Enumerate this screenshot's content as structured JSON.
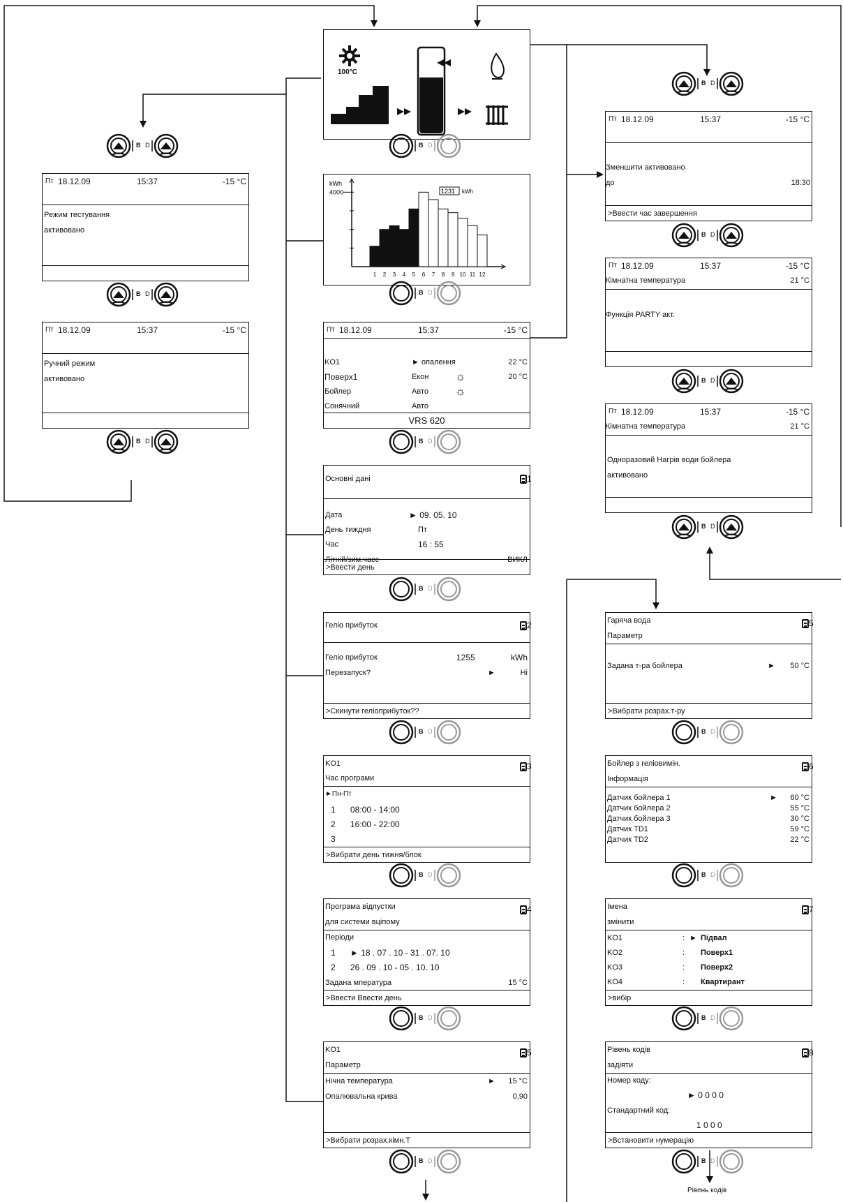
{
  "status": {
    "day": "Пт",
    "date": "18.12.09",
    "time": "15:37",
    "temp": "-15 °C"
  },
  "knob_labels": {
    "b": "B",
    "d": "D"
  },
  "main_display": {
    "temp": "100°C"
  },
  "energy_chart": {
    "unit": "kWh",
    "ylabel_value": "4000",
    "total_value": "1231",
    "total_unit": "kWh",
    "months": [
      "1",
      "2",
      "3",
      "4",
      "5",
      "6",
      "7",
      "8",
      "9",
      "10",
      "11",
      "12"
    ]
  },
  "chart_data": {
    "type": "bar",
    "categories": [
      "1",
      "2",
      "3",
      "4",
      "5",
      "6",
      "7",
      "8",
      "9",
      "10",
      "11",
      "12"
    ],
    "series": [
      {
        "name": "",
        "values": [
          1100,
          2000,
          2200,
          2000,
          3100,
          4000,
          3600,
          3100,
          2900,
          2600,
          2200,
          1700
        ]
      }
    ],
    "filled_months": [
      "1",
      "2",
      "3",
      "4",
      "5"
    ],
    "ylabel": "kWh",
    "yticks": [
      "4000"
    ],
    "annotation": "1231 kWh"
  },
  "test_mode": {
    "line1": "Режим тестування",
    "line2": "активовано"
  },
  "manual_mode": {
    "line1": "Ручний режим",
    "line2": "активовано"
  },
  "overview": {
    "rows": [
      {
        "name": "KO1",
        "mode": "► опалення",
        "value": "22 °C",
        "sun": false
      },
      {
        "name": "Поверх1",
        "mode": "Екон",
        "value": "20 °C",
        "sun": true
      },
      {
        "name": "Бойлер",
        "mode": "Авто",
        "value": "",
        "sun": true
      },
      {
        "name": "Сонячний",
        "mode": "Авто",
        "value": "",
        "sun": false
      }
    ],
    "footer": "VRS 620"
  },
  "menu1": {
    "title": "Основні дані",
    "num": "1",
    "date_label": "Дата",
    "date_value": "► 09. 05. 10",
    "dow_label": "День тиждня",
    "dow_value": "Пт",
    "time_label": "Час",
    "time_value": "16 : 55",
    "dst_label": "Літній/зим.часс",
    "dst_value": "ВИКЛ",
    "footer": ">Ввести день"
  },
  "menu2": {
    "title": "Геліо прибуток",
    "num": "2",
    "gain_label": "Геліо прибуток",
    "gain_value": "1255",
    "gain_unit": "kWh",
    "reset_label": "Перезапуск?",
    "reset_arrow": "►",
    "reset_value": "Ні",
    "footer": ">Скинути геліоприбуток??"
  },
  "menu3": {
    "title": "KO1",
    "subtitle": "Час програми",
    "num": "3",
    "days": "►Пн-Пт",
    "slots": [
      {
        "n": "1",
        "v": "08:00  -  14:00"
      },
      {
        "n": "2",
        "v": "16:00  -  22:00"
      },
      {
        "n": "3",
        "v": ""
      }
    ],
    "footer": ">Вибрати день тижня/блок"
  },
  "menu4": {
    "title": "Програма відпустки",
    "subtitle": "для системи вціпому",
    "num": "4",
    "periods_label": "Періоди",
    "periods": [
      {
        "n": "1",
        "v": "► 18 . 07 . 10  -  31 . 07. 10"
      },
      {
        "n": "2",
        "v": "26 . 09 . 10  -  05 . 10. 10"
      }
    ],
    "target_label": "Задана мпература",
    "target_value": "15 °C",
    "footer": ">Ввести Ввести день"
  },
  "menu5a": {
    "title": "KO1",
    "subtitle": "Параметр",
    "num": "5",
    "night_label": "Нічна температура",
    "night_arrow": "►",
    "night_value": "15 °C",
    "curve_label": "Опалювальна крива",
    "curve_value": "0,90",
    "footer": ">Вибрати розрах.кімн.Т"
  },
  "reduce": {
    "line1": "Зменшити активовано",
    "line2": "до",
    "value": "18:30",
    "footer": ">Ввести час завершення"
  },
  "party": {
    "room_label": "Кімнатна температура",
    "room_value": "21 °C",
    "line1": "Функція PARTY акт."
  },
  "oneshot": {
    "room_label": "Кімнатна температура",
    "room_value": "21 °C",
    "line1": "Одноразовий Нагрів води бойлера",
    "line2": "активовано"
  },
  "menu5b": {
    "title": "Гаряча вода",
    "subtitle": "Параметр",
    "num": "5",
    "target_label": "Задана т-ра бойлера",
    "target_arrow": "►",
    "target_value": "50 °C",
    "footer": ">Вибрати розрах.т-ру"
  },
  "menu6": {
    "title": "Бойлер з геліовимін.",
    "subtitle": "Інформація",
    "num": "6",
    "sensors": [
      {
        "l": "Датчик бойлера 1",
        "v": "60 °C",
        "arrow": "►"
      },
      {
        "l": "Датчик бойлера 2",
        "v": "55 °C",
        "arrow": ""
      },
      {
        "l": "Датчик бойлера 3",
        "v": "30 °C",
        "arrow": ""
      },
      {
        "l": "Датчик TD1",
        "v": "59 °C",
        "arrow": ""
      },
      {
        "l": "Датчик TD2",
        "v": "22 °C",
        "arrow": ""
      }
    ]
  },
  "menu7": {
    "title": "Імена",
    "subtitle": "змінити",
    "num": "7",
    "items": [
      {
        "k": "KO1",
        "sep": ":",
        "arrow": "►",
        "v": "Підвал"
      },
      {
        "k": "KO2",
        "sep": ":",
        "arrow": "",
        "v": "Поверх1"
      },
      {
        "k": "KO3",
        "sep": ":",
        "arrow": "",
        "v": "Поверх2"
      },
      {
        "k": "KO4",
        "sep": ":",
        "arrow": "",
        "v": "Квартирант"
      }
    ],
    "footer": ">вибір"
  },
  "menu8": {
    "title": "Рівень кодів",
    "subtitle": "задіяти",
    "num": "8",
    "code_label": "Номер коду:",
    "code_value": "►  0 0 0 0",
    "std_label": "Стандартний код:",
    "std_value": "1 0 0 0",
    "footer": ">Встановити нумерацію"
  },
  "bottom_caption": "Рівень кодів"
}
